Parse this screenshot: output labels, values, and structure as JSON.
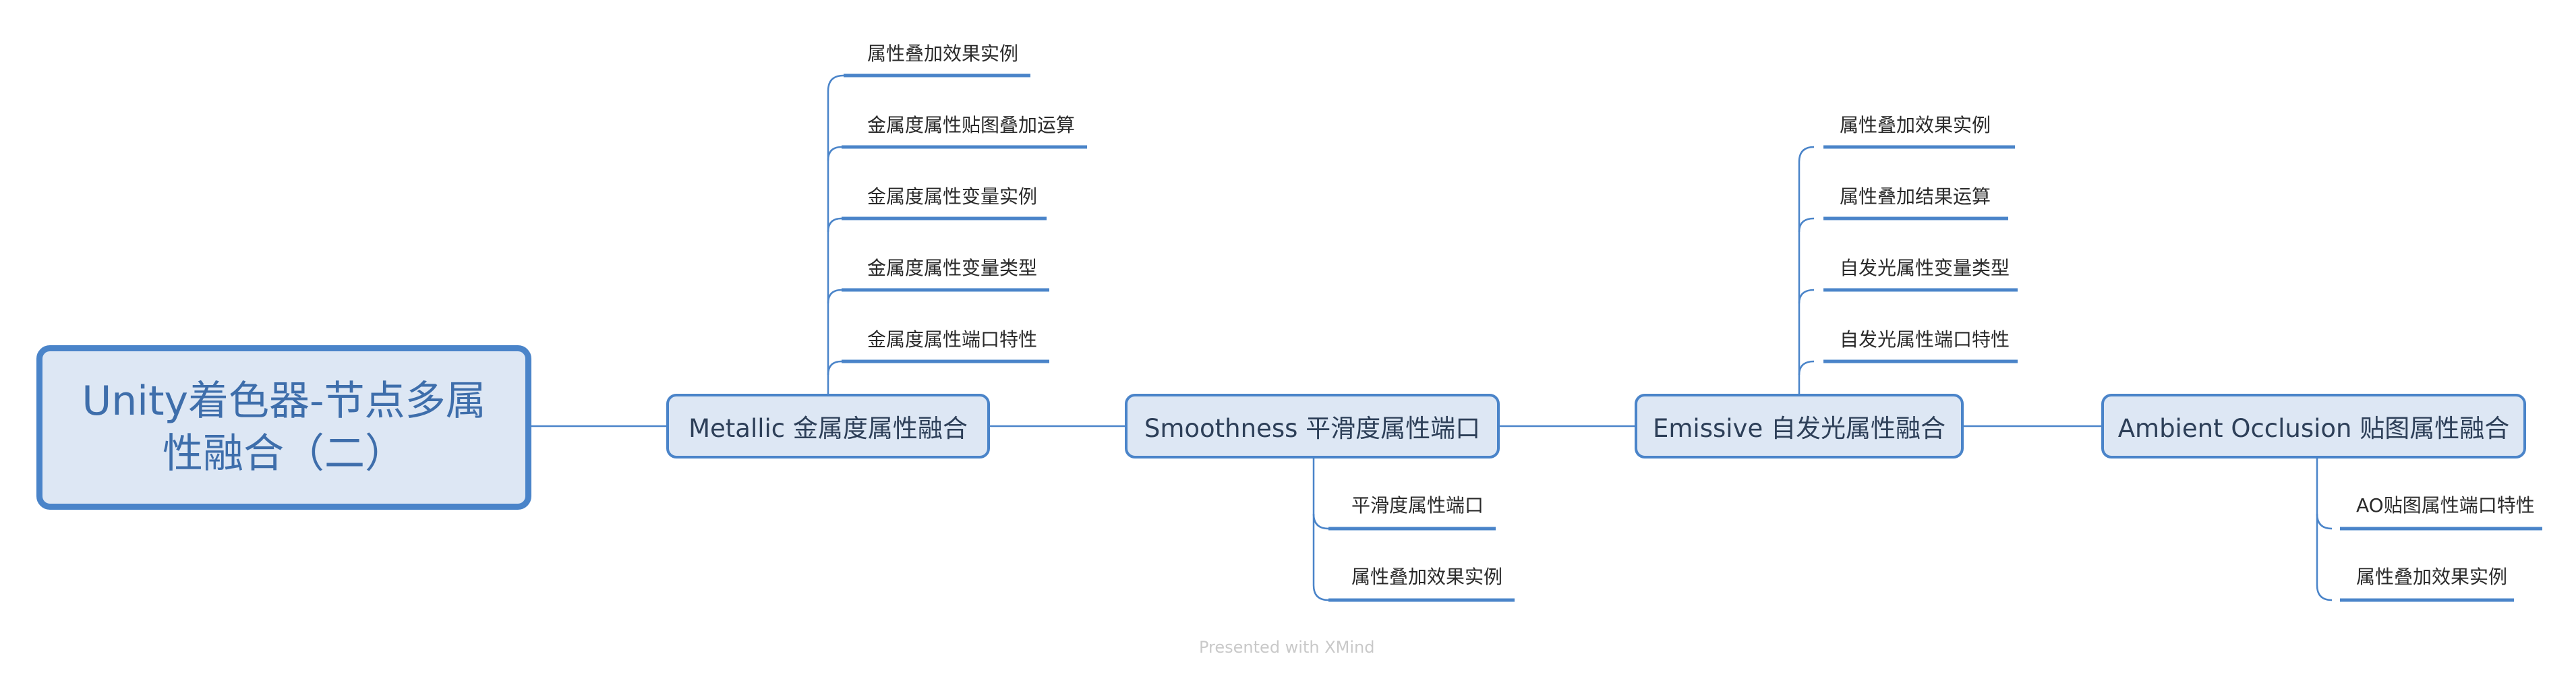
{
  "central_topic": {
    "label": "Unity着色器-节点多属性融合（二）"
  },
  "main_topics": [
    {
      "label": "Metallic 金属度属性融合",
      "subtopics": [
        "属性叠加效果实例",
        "金属度属性贴图叠加运算",
        "金属度属性变量实例",
        "金属度属性变量类型",
        "金属度属性端口特性"
      ]
    },
    {
      "label": "Smoothness 平滑度属性端口",
      "subtopics": [
        "平滑度属性端口",
        "属性叠加效果实例"
      ]
    },
    {
      "label": "Emissive 自发光属性融合",
      "subtopics": [
        "属性叠加效果实例",
        "属性叠加结果运算",
        "自发光属性变量类型",
        "自发光属性端口特性"
      ]
    },
    {
      "label": "Ambient Occlusion 贴图属性融合",
      "subtopics": [
        "AO贴图属性端口特性",
        "属性叠加效果实例"
      ]
    }
  ],
  "watermark": "Presented with XMind",
  "colors": {
    "accent": "#4a84c9",
    "node_fill": "#dde7f4",
    "central_text": "#3e6eab",
    "topic_text": "#2d3f58",
    "connector": "#4a84c9",
    "watermark": "#c9c9c9"
  }
}
